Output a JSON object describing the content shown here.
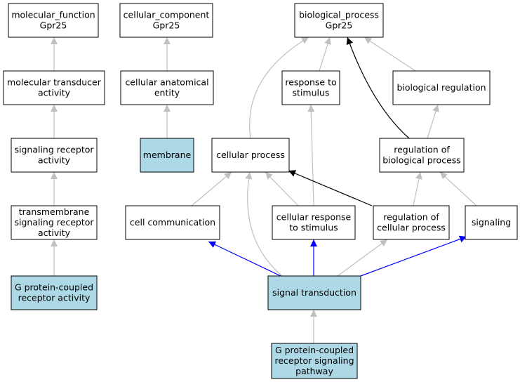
{
  "colors": {
    "highlight_fill": "#add8e6",
    "default_fill": "#ffffff",
    "edge_gray": "#c0c0c0",
    "edge_black": "#000000",
    "edge_blue": "#0000ff"
  },
  "nodes": [
    {
      "id": "mf",
      "lines": [
        "molecular_function",
        "Gpr25"
      ],
      "highlight": false
    },
    {
      "id": "mta",
      "lines": [
        "molecular transducer",
        "activity"
      ],
      "highlight": false
    },
    {
      "id": "sra",
      "lines": [
        "signaling receptor",
        "activity"
      ],
      "highlight": false
    },
    {
      "id": "tsra",
      "lines": [
        "transmembrane",
        "signaling receptor",
        "activity"
      ],
      "highlight": false
    },
    {
      "id": "gpcra",
      "lines": [
        "G protein-coupled",
        "receptor activity"
      ],
      "highlight": true
    },
    {
      "id": "cc",
      "lines": [
        "cellular_component",
        "Gpr25"
      ],
      "highlight": false
    },
    {
      "id": "cae",
      "lines": [
        "cellular anatomical",
        "entity"
      ],
      "highlight": false
    },
    {
      "id": "mem",
      "lines": [
        "membrane"
      ],
      "highlight": true
    },
    {
      "id": "bp",
      "lines": [
        "biological_process",
        "Gpr25"
      ],
      "highlight": false
    },
    {
      "id": "rts",
      "lines": [
        "response to",
        "stimulus"
      ],
      "highlight": false
    },
    {
      "id": "breg",
      "lines": [
        "biological regulation"
      ],
      "highlight": false
    },
    {
      "id": "cp",
      "lines": [
        "cellular process"
      ],
      "highlight": false
    },
    {
      "id": "rbp",
      "lines": [
        "regulation of",
        "biological process"
      ],
      "highlight": false
    },
    {
      "id": "ccom",
      "lines": [
        "cell communication"
      ],
      "highlight": false
    },
    {
      "id": "crs",
      "lines": [
        "cellular response",
        "to stimulus"
      ],
      "highlight": false
    },
    {
      "id": "rcp",
      "lines": [
        "regulation of",
        "cellular process"
      ],
      "highlight": false
    },
    {
      "id": "sig",
      "lines": [
        "signaling"
      ],
      "highlight": false
    },
    {
      "id": "st",
      "lines": [
        "signal transduction"
      ],
      "highlight": true
    },
    {
      "id": "gpcrsp",
      "lines": [
        "G protein-coupled",
        "receptor signaling",
        "pathway"
      ],
      "highlight": true
    }
  ],
  "edges": [
    {
      "from": "mta",
      "to": "mf",
      "kind": "gray"
    },
    {
      "from": "sra",
      "to": "mta",
      "kind": "gray"
    },
    {
      "from": "tsra",
      "to": "sra",
      "kind": "gray"
    },
    {
      "from": "gpcra",
      "to": "tsra",
      "kind": "gray"
    },
    {
      "from": "cae",
      "to": "cc",
      "kind": "gray"
    },
    {
      "from": "mem",
      "to": "cae",
      "kind": "gray"
    },
    {
      "from": "rts",
      "to": "bp",
      "kind": "gray"
    },
    {
      "from": "breg",
      "to": "bp",
      "kind": "gray"
    },
    {
      "from": "cp",
      "to": "bp",
      "kind": "gray"
    },
    {
      "from": "rbp",
      "to": "bp",
      "kind": "black"
    },
    {
      "from": "rbp",
      "to": "breg",
      "kind": "gray"
    },
    {
      "from": "crs",
      "to": "rts",
      "kind": "gray"
    },
    {
      "from": "ccom",
      "to": "cp",
      "kind": "gray"
    },
    {
      "from": "crs",
      "to": "cp",
      "kind": "gray"
    },
    {
      "from": "rcp",
      "to": "cp",
      "kind": "black"
    },
    {
      "from": "st",
      "to": "cp",
      "kind": "gray"
    },
    {
      "from": "rcp",
      "to": "rbp",
      "kind": "gray"
    },
    {
      "from": "sig",
      "to": "rbp",
      "kind": "gray"
    },
    {
      "from": "st",
      "to": "ccom",
      "kind": "blue"
    },
    {
      "from": "st",
      "to": "crs",
      "kind": "blue"
    },
    {
      "from": "st",
      "to": "rcp",
      "kind": "gray"
    },
    {
      "from": "st",
      "to": "sig",
      "kind": "blue"
    },
    {
      "from": "gpcrsp",
      "to": "st",
      "kind": "gray"
    }
  ]
}
